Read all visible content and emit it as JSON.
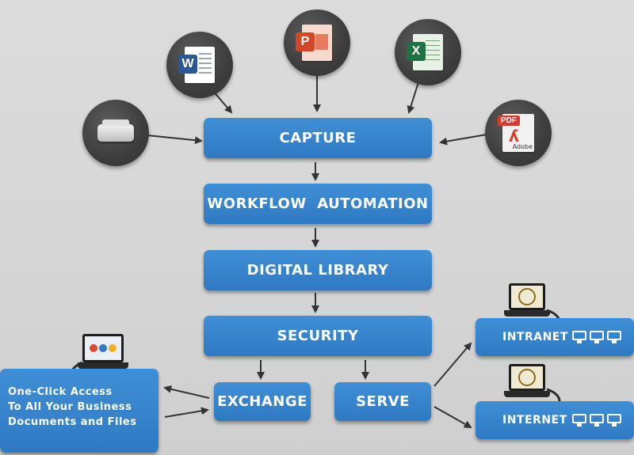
{
  "stages": {
    "capture": "CAPTURE",
    "workflow": "WORKFLOW  AUTOMATION",
    "library": "DIGITAL LIBRARY",
    "security": "SECURITY",
    "exchange": "EXCHANGE",
    "serve": "SERVE"
  },
  "outputs": {
    "intranet": "INTRANET",
    "internet": "INTERNET"
  },
  "access_panel": {
    "line1": "One-Click Access",
    "line2": "To All Your Business",
    "line3": "Documents and Files"
  },
  "inputs": {
    "word_letter": "W",
    "powerpoint_letter": "P",
    "excel_letter": "X",
    "pdf_tag": "PDF",
    "pdf_label": "Adobe"
  },
  "colors": {
    "box_blue": "#3a86cf",
    "icon_circle": "#3d3d3d",
    "background": "#d9d9d9"
  }
}
